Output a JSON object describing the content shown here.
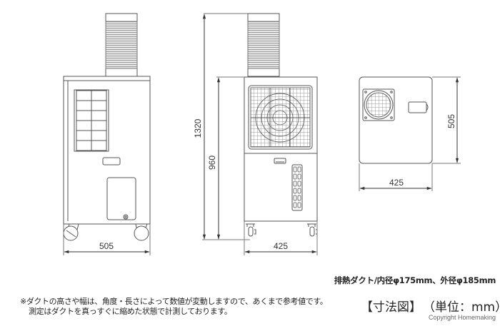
{
  "drawing": {
    "views": [
      {
        "name": "side-view",
        "dimensions": {
          "width": "505"
        }
      },
      {
        "name": "front-view",
        "dimensions": {
          "total_height": "1320",
          "body_height": "960",
          "width": "425"
        }
      },
      {
        "name": "top-view",
        "dimensions": {
          "width": "425",
          "depth": "505"
        }
      }
    ],
    "labels": {
      "side_width": "505",
      "front_total_height": "1320",
      "front_body_height": "960",
      "front_width": "425",
      "top_width": "425",
      "top_depth": "505"
    },
    "line_color": "#555555"
  },
  "notes": {
    "duct_spec": "排熱ダクト/内径φ175mm、外径φ185mm",
    "note_line1": "※ダクトの高さや幅は、角度・長さによって数値が変動しますので、あくまで参考値です。",
    "note_line2": "測定はダクトを真っすぐに縮めた状態で計測しております。",
    "title": "【寸法図】",
    "unit": "（単位：mm）",
    "copyright": "Copyright Homemaking"
  }
}
